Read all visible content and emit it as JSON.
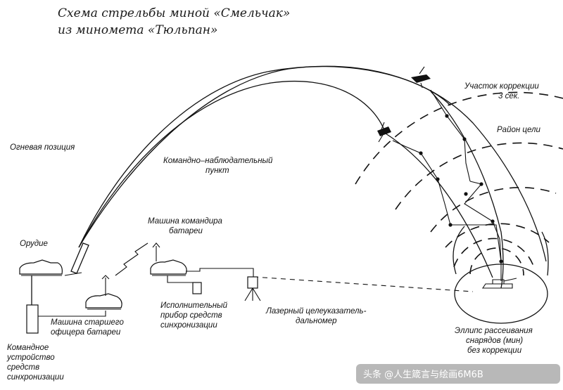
{
  "title": {
    "line1": "Схема стрельбы миной «Смельчак»",
    "line2": "из миномета «Тюльпан»"
  },
  "labels": {
    "fire_position": "Огневая позиция",
    "command_post_1": "Командно–наблюдательный",
    "command_post_2": "пункт",
    "correction_1": "Участок коррекции",
    "correction_2": "3 сек.",
    "target_area": "Район цели",
    "battery_cmd_1": "Машина командира",
    "battery_cmd_2": "батареи",
    "gun": "Орудие",
    "senior_officer_1": "Машина старшего",
    "senior_officer_2": "офицера батареи",
    "executive_1": "Исполнительный",
    "executive_2": "прибор средств",
    "executive_3": "синхронизации",
    "laser_1": "Лазерный целеуказатель-",
    "laser_2": "дальномер",
    "ellipse_1": "Эллипс рассеивания",
    "ellipse_2": "снарядов (мин)",
    "ellipse_3": "без коррекции",
    "command_device_1": "Командное",
    "command_device_2": "устройство",
    "command_device_3": "средств",
    "command_device_4": "синхронизации"
  },
  "watermark": "头条 @人生箴言与绘画6M6B",
  "icons": [
    "mortar-icon",
    "vehicle-icon",
    "antenna-icon",
    "lightning-icon",
    "tripod-icon",
    "mine-projectile-icon"
  ]
}
